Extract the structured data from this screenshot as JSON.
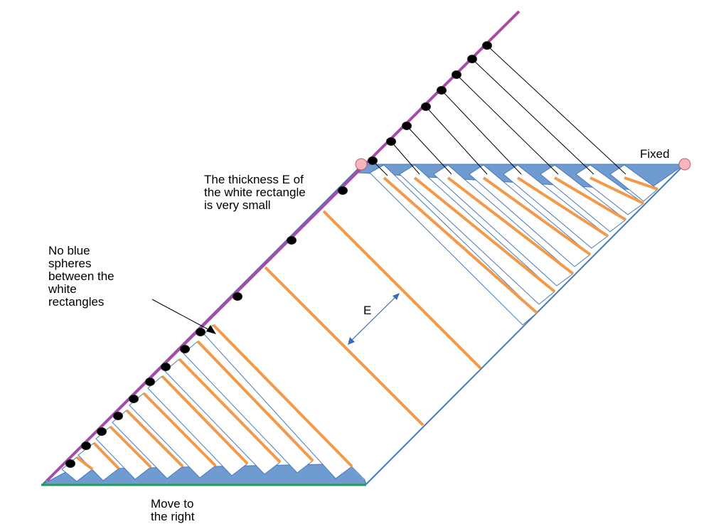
{
  "labels": {
    "thickness_note": [
      "The thickness E of",
      "the white rectangle",
      "is very small"
    ],
    "no_blue_note": [
      "No blue",
      "spheres",
      "between the",
      "white",
      "rectangles"
    ],
    "dimension": "E",
    "fixed": "Fixed",
    "move": [
      "Move to",
      "the right"
    ]
  },
  "colors": {
    "blue_fill": "#6f9bd1",
    "blue_edge": "#4a78b8",
    "orange": "#f2994a",
    "purple": "#a64ca6",
    "green": "#1f9e5a",
    "sphere": "#000000",
    "pivot": "#f4b6bf"
  }
}
